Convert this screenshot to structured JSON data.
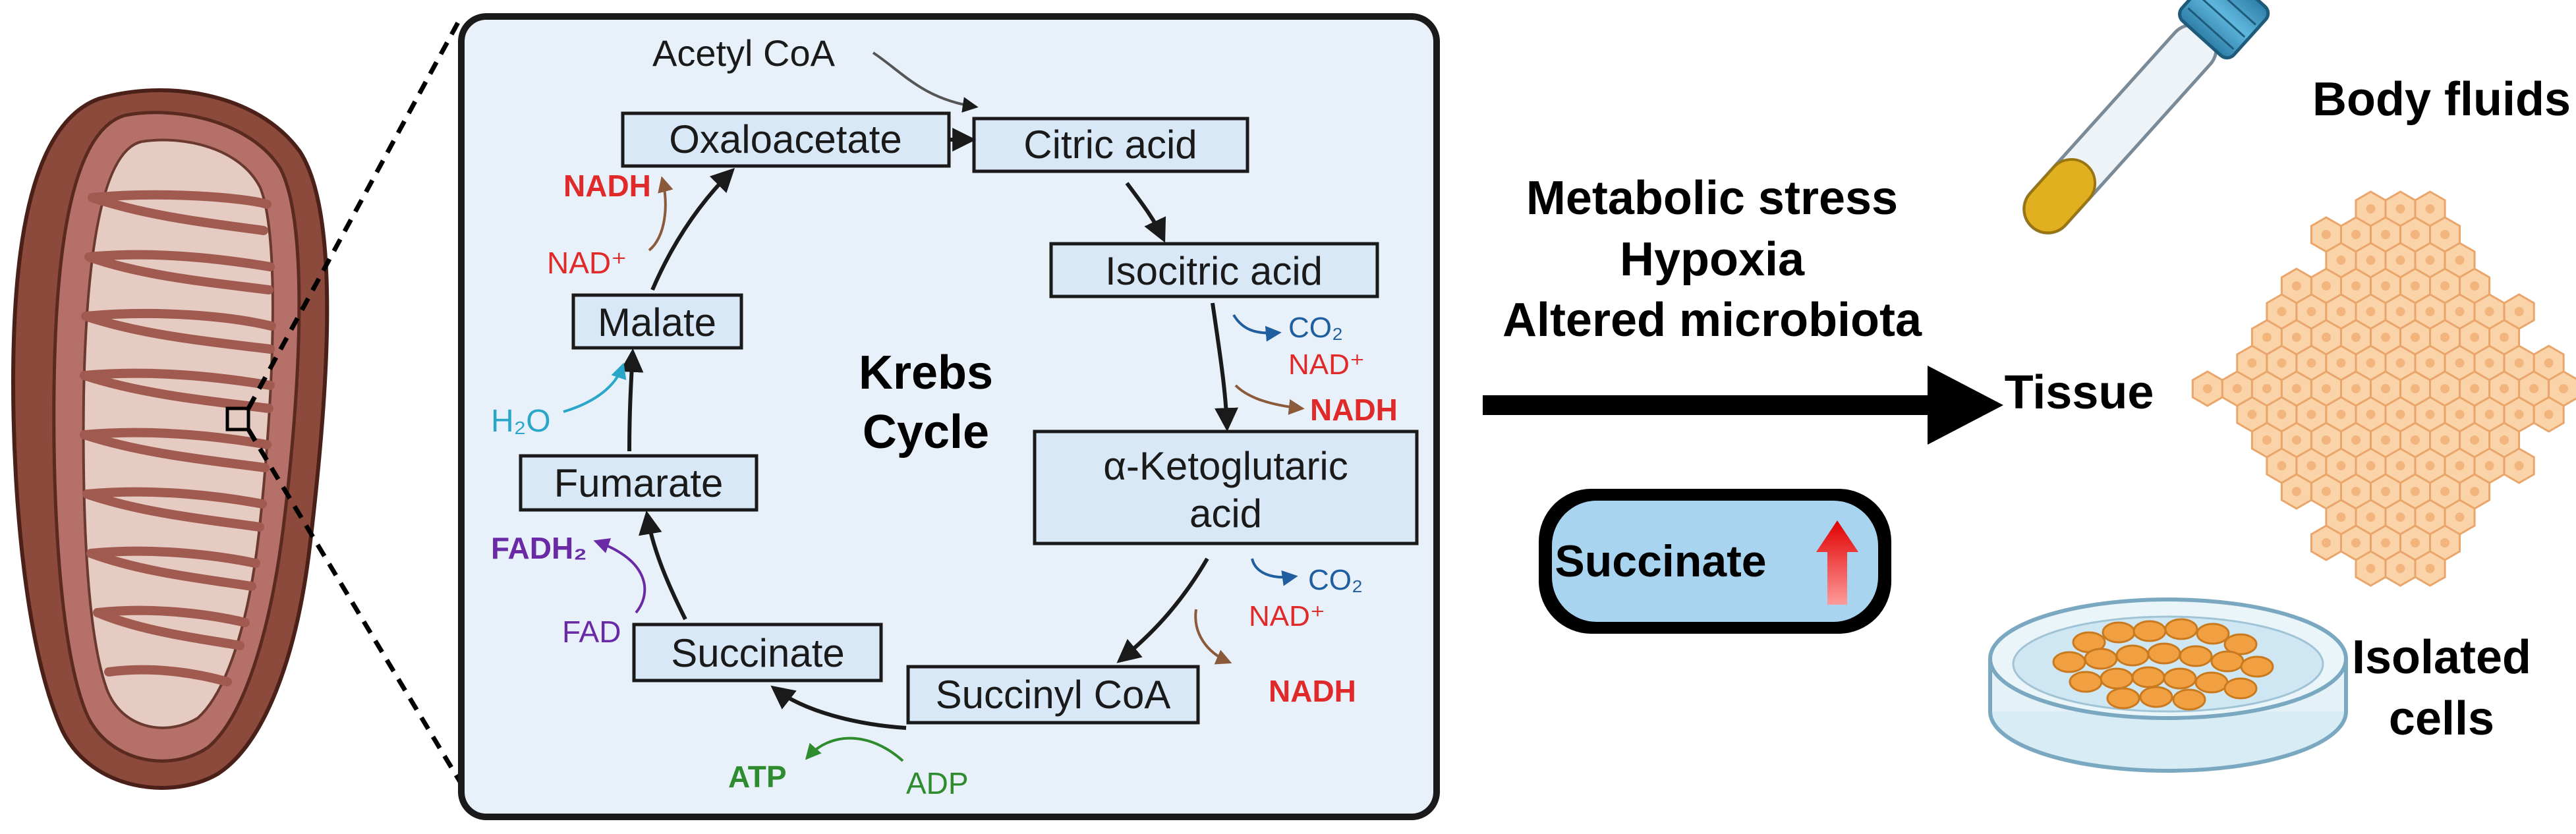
{
  "krebs": {
    "title_line1": "Krebs",
    "title_line2": "Cycle",
    "acetyl_coa": "Acetyl CoA",
    "steps": {
      "oxaloacetate": "Oxaloacetate",
      "citric_acid": "Citric acid",
      "isocitric_acid": "Isocitric acid",
      "akg_line1": "α-Ketoglutaric",
      "akg_line2": "acid",
      "succinyl_coa": "Succinyl CoA",
      "succinate": "Succinate",
      "fumarate": "Fumarate",
      "malate": "Malate"
    },
    "cofactors": {
      "nadh": "NADH",
      "nad_plus": "NAD⁺",
      "co2": "CO₂",
      "h2o": "H₂O",
      "fadh2": "FADH₂",
      "fad": "FAD",
      "atp": "ATP",
      "adp": "ADP"
    }
  },
  "conditions": [
    "Metabolic stress",
    "Hypoxia",
    "Altered microbiota"
  ],
  "succinate_badge": "Succinate",
  "samples": {
    "body_fluids": "Body fluids",
    "tissue": "Tissue",
    "isolated_line1": "Isolated",
    "isolated_line2": "cells"
  },
  "colors": {
    "nadh_red": "#e02a2a",
    "co2_blue": "#1f5f9f",
    "h2o_cyan": "#2aa6c9",
    "fadh_purple": "#6a2aa6",
    "atp_green": "#2e8b2e",
    "cycle_panel": "#e8f1fa",
    "step_box": "#d9e8f6"
  }
}
